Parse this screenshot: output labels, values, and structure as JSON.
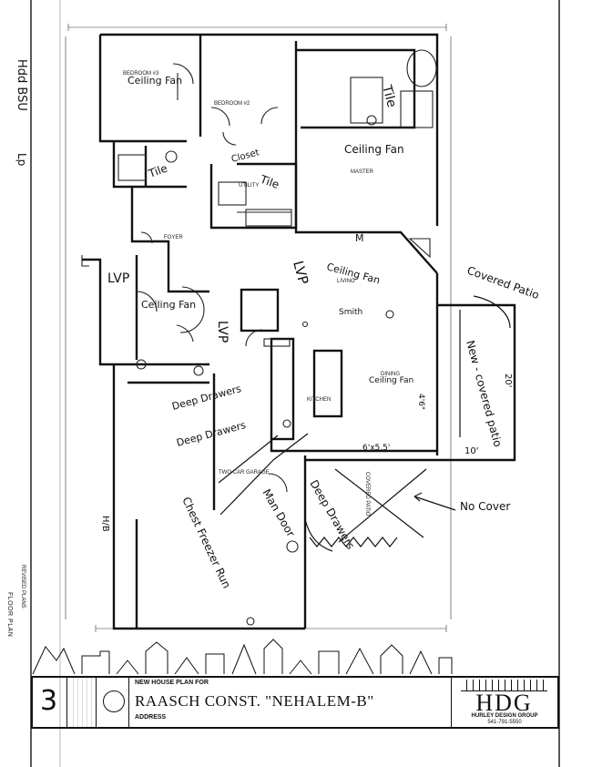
{
  "rooms": {
    "bedroom3": "BEDROOM #3",
    "bedroom2": "BEDROOM #2",
    "master": "MASTER",
    "utility": "UTILITY",
    "foyer": "FOYER",
    "living": "LIVING",
    "kitchen": "KITCHEN",
    "dining": "DINING",
    "two_car_garage": "TWO CAR GARAGE",
    "covered_patio": "COVERED PATIO"
  },
  "notes": {
    "margin_note_a": "Hdd BSU",
    "margin_note_b": "Lp",
    "ceiling_fan_bed3": "Ceiling Fan",
    "tile_bath": "Tile",
    "tile_hall_bath": "Tile",
    "closet": "Closet",
    "tile_utility": "Tile",
    "ceiling_fan_master": "Ceiling Fan",
    "master_bath_m": "M",
    "lvp_hall": "LVP",
    "ceiling_fan_foyer": "Ceiling Fan",
    "lvp_foyer": "LVP",
    "lvp_living": "LVP",
    "ceiling_fan_living": "Ceiling Fan",
    "smith": "Smith",
    "covered_patio_note": "Covered Patio",
    "new_covered_patio": "New - covered patio",
    "patio_dim_20": "20'",
    "patio_dim_10": "10'",
    "dining_fan": "Ceiling Fan",
    "deep_drawers_1": "Deep Drawers",
    "deep_drawers_2": "Deep Drawers",
    "man_door": "Man Door",
    "deep_drawers_3": "Deep Drawers",
    "chest_freezer": "Chest Freezer Run",
    "no_cover": "No Cover",
    "dim_kitchen": "6'x5.5'",
    "dim_dining": "4'6\"",
    "h_b": "H/B"
  },
  "title_block": {
    "sheet_number": "3",
    "sheet_label": "FLOOR PLAN",
    "sheet_sub": "REVISED PLANS",
    "plan_for_label": "NEW HOUSE PLAN FOR",
    "client": "RAASCH CONST. \"NEHALEM-B\"",
    "address_label": "ADDRESS",
    "logo": "HDG",
    "firm": "HURLEY DESIGN GROUP",
    "phone": "541-791-5550"
  }
}
